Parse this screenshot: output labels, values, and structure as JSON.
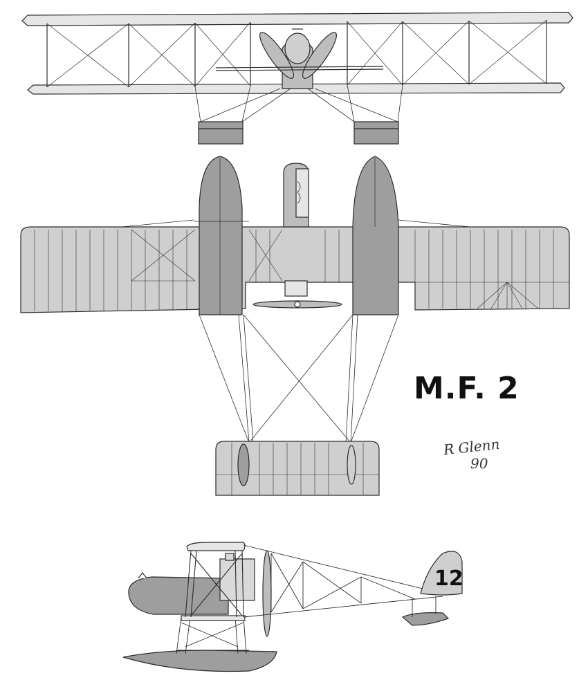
{
  "drawing": {
    "designation": "M.F. 2",
    "signature": {
      "name": "R Glenn",
      "year": "90"
    },
    "tail_number": "12"
  },
  "views": [
    "front-view",
    "top-view",
    "side-view"
  ],
  "colors": {
    "line": "#2a2a2a",
    "fabric": "#cfcfcf",
    "float": "#9e9e9e",
    "paper": "#ffffff"
  }
}
